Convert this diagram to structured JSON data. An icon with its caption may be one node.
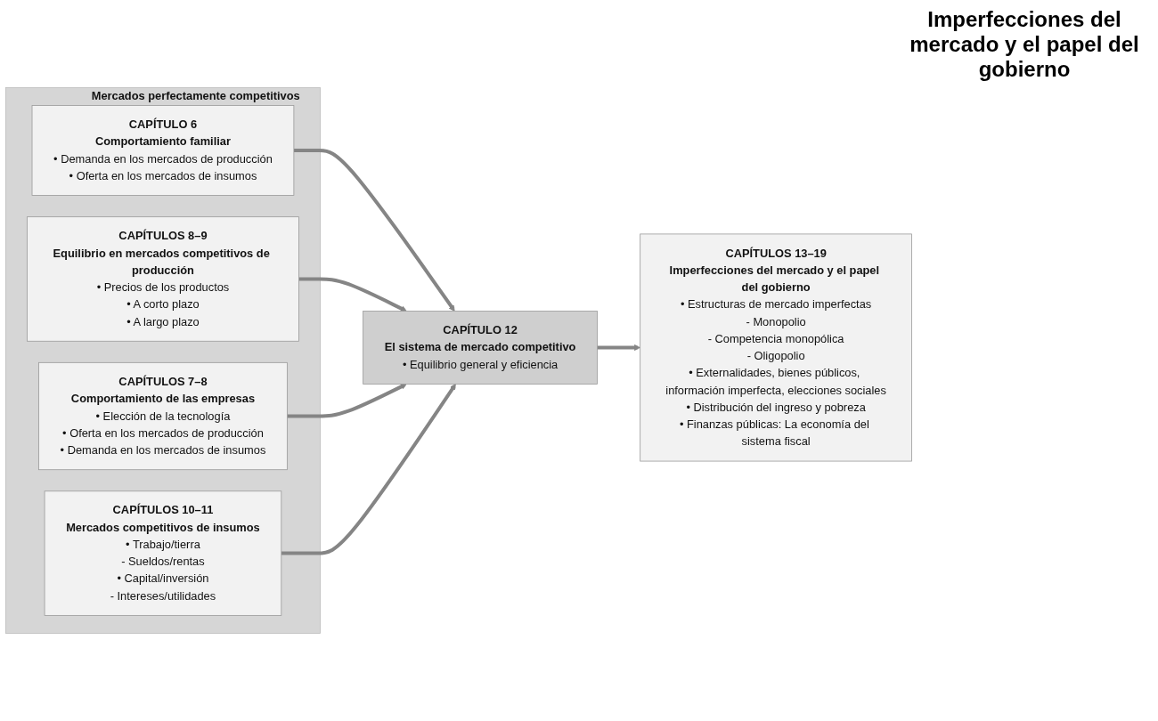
{
  "diagram": {
    "nodes": [
      {
        "text": [
          "Mercados perfectamente competitivos"
        ]
      },
      {
        "text": [
          "CAPÍTULO 6",
          "Comportamiento familiar",
          "• Demanda en los mercados de producción",
          "• Oferta en los mercados de insumos"
        ],
        "in": 0
      },
      {
        "text": [
          "CAPÍTULOS 8–9",
          "Equilibrio en mercados competitivos de producción",
          "• Precios de los productos",
          "• A corto plazo",
          "• A largo plazo"
        ],
        "in": 0
      },
      {
        "text": [
          "CAPÍTULOS 7–8",
          "Comportamiento de las empresas",
          "• Elección de la tecnología",
          "• Oferta en los mercados de producción",
          "• Demanda en los mercados de insumos"
        ],
        "in": 0
      },
      {
        "text": [
          "CAPÍTULOS 10–11",
          "Mercados competitivos de insumos",
          "• Trabajo/tierra",
          "- Sueldos/rentas",
          "• Capital/inversión",
          "- Intereses/utilidades"
        ],
        "in": 0
      },
      {
        "text": [
          "CAPÍTULO 12",
          "El sistema de mercado competitivo",
          "• Equilibrio general y eficiencia"
        ]
      },
      {
        "text": [
          "CAPÍTULOS 13–19",
          "Imperfecciones del mercado y el papel del gobierno",
          "• Estructuras de mercado imperfectas",
          "- Monopolio",
          "- Competencia monopólica",
          "- Oligopolio",
          "• Externalidades, bienes públicos, información imperfecta, elecciones sociales",
          "• Distribución del ingreso y pobreza",
          "• Finanzas públicas: La economía del sistema fiscal"
        ]
      }
    ],
    "edges": [
      {
        "from": 1,
        "to": 5,
        "arrow": "to"
      },
      {
        "from": 2,
        "to": 5,
        "arrow": "to"
      },
      {
        "from": 3,
        "to": 5,
        "arrow": "to"
      },
      {
        "from": 4,
        "to": 5,
        "arrow": "to"
      },
      {
        "from": 5,
        "to": 6,
        "arrow": "to"
      }
    ],
    "labels": [
      "Imperfecciones del mercado y el papel del gobierno"
    ]
  }
}
